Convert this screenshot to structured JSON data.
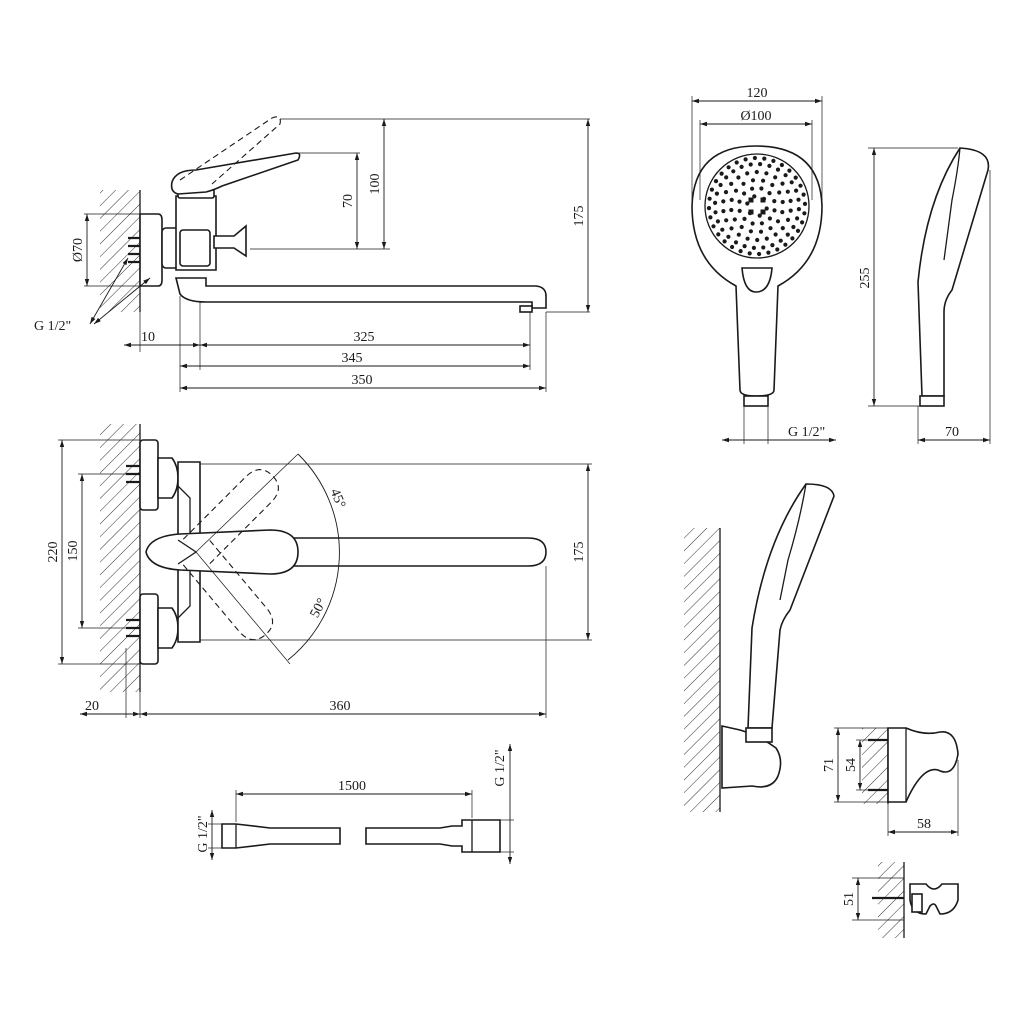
{
  "faucet_side_view": {
    "dims": {
      "d70": "Ø70",
      "g_half": "G 1/2\"",
      "h70": "70",
      "h100": "100",
      "h175": "175",
      "w10": "10",
      "w325": "325",
      "w345": "345",
      "w350": "350"
    }
  },
  "faucet_top_view": {
    "dims": {
      "h220": "220",
      "h150": "150",
      "h175": "175",
      "w20": "20",
      "w360": "360",
      "angle45": "45°",
      "angle50": "50°"
    }
  },
  "hose": {
    "dims": {
      "length": "1500",
      "g_left": "G 1/2\"",
      "g_right": "G 1/2\""
    }
  },
  "hand_shower": {
    "dims": {
      "width": "120",
      "head_diameter": "Ø100",
      "g_half": "G 1/2\"",
      "height": "255",
      "depth": "70"
    }
  },
  "wall_holder": {
    "dims": {
      "h71": "71",
      "h54": "54",
      "w58": "58",
      "h51": "51"
    }
  }
}
